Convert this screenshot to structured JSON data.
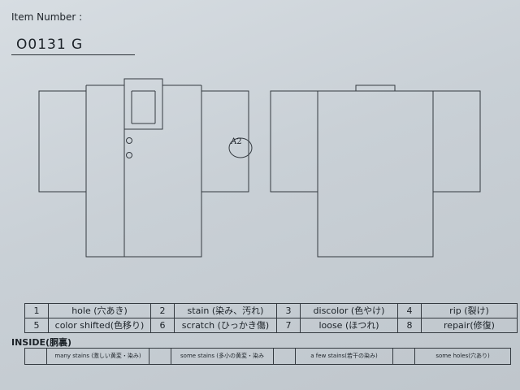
{
  "header": {
    "item_number_label": "Item Number :",
    "item_number": "O0131   G"
  },
  "annotation": "A2",
  "legend": [
    [
      {
        "num": "1",
        "text": "hole (穴あき)"
      },
      {
        "num": "2",
        "text": "stain (染み、汚れ)"
      },
      {
        "num": "3",
        "text": "discolor (色やけ)"
      },
      {
        "num": "4",
        "text": "rip (裂け)"
      }
    ],
    [
      {
        "num": "5",
        "text": "color shifted(色移り)"
      },
      {
        "num": "6",
        "text": "scratch (ひっかき傷)"
      },
      {
        "num": "7",
        "text": "loose (ほつれ)"
      },
      {
        "num": "8",
        "text": "repair(修復)"
      }
    ]
  ],
  "inside": {
    "title": "INSIDE(胴裏)",
    "items": [
      "many stains (激しい黄変・染み)",
      "some stains (多小の黄変・染み",
      "a few stains(若干の染み)",
      "some holes(穴あり)"
    ]
  },
  "colors": {
    "paper": "#cdd3d8",
    "ink": "#1c2228"
  }
}
